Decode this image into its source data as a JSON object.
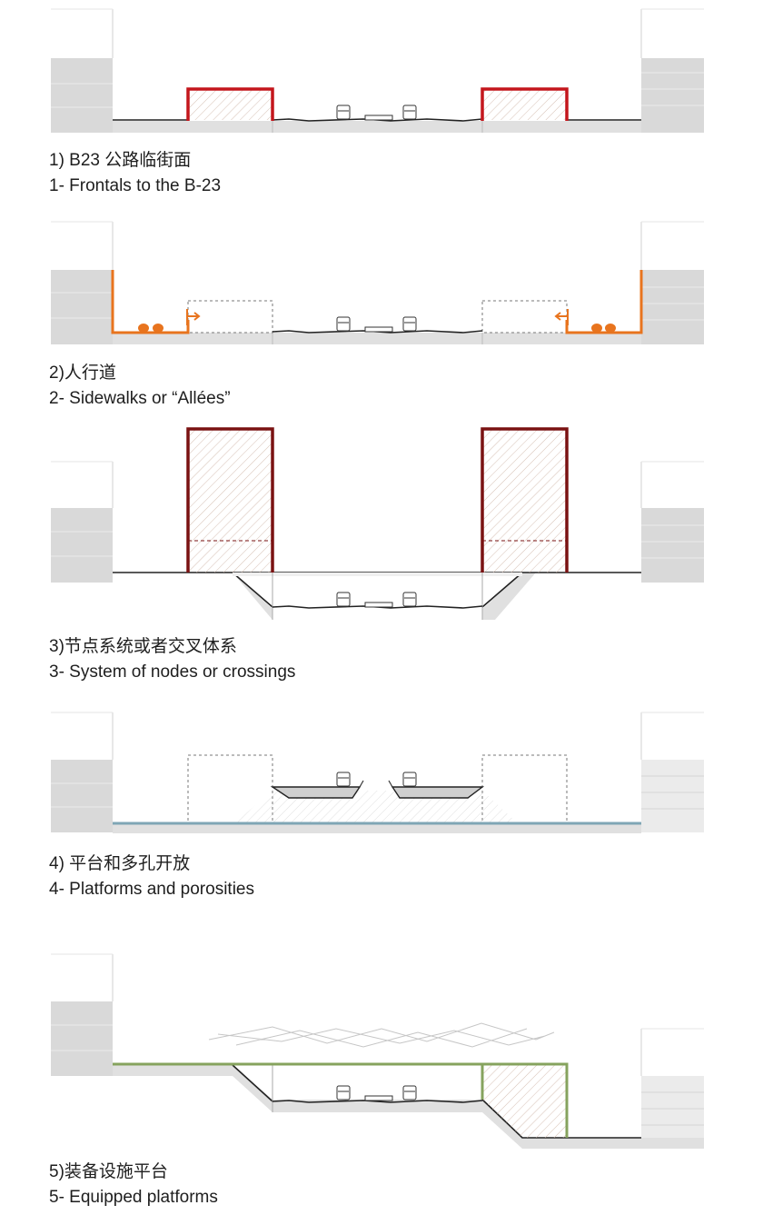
{
  "sections": [
    {
      "id": "s1",
      "caption_cn": "1) B23 公路临街面",
      "caption_en": "1- Frontals to the B-23"
    },
    {
      "id": "s2",
      "caption_cn": "2)人行道",
      "caption_en": "2- Sidewalks or  “Allées”"
    },
    {
      "id": "s3",
      "caption_cn": "3)节点系统或者交叉体系",
      "caption_en": "3- System of nodes or crossings"
    },
    {
      "id": "s4",
      "caption_cn": "4) 平台和多孔开放",
      "caption_en": "4- Platforms and porosities"
    },
    {
      "id": "s5",
      "caption_cn": "5)装备设施平台",
      "caption_en": "5- Equipped platforms"
    }
  ],
  "colors": {
    "frontal_red": "#c4161c",
    "sidewalk_orange": "#e8741e",
    "node_darkred": "#7a1212",
    "platform_blue": "#7fa6b5",
    "equipped_green": "#86a35e",
    "building_grey": "#d9d9d9",
    "ground_grey": "#e0e0e0"
  }
}
